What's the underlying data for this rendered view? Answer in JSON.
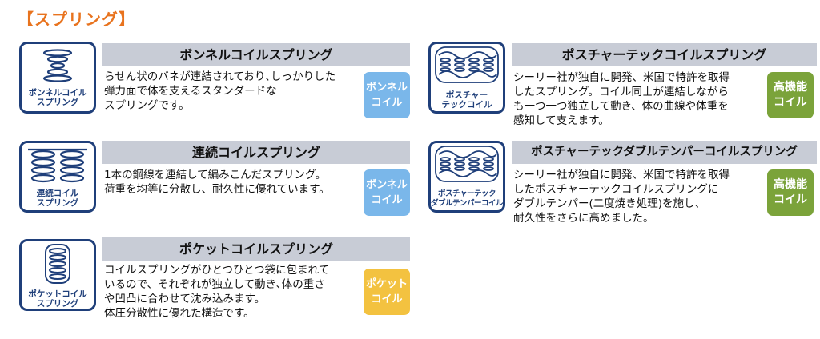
{
  "section_title": "【スプリング】",
  "colors": {
    "accent": "#e8731e",
    "navy": "#1f3f7a",
    "bar": "#c8ccd6",
    "blue": "#7ab7ea",
    "yellow": "#f3c240",
    "green": "#7ba33a"
  },
  "cards": [
    {
      "icon": "bonnell-coil-icon",
      "icon_label_1": "ボンネルコイル",
      "icon_label_2": "スプリング",
      "title": "ボンネルコイルスプリング",
      "description": "らせん状のバネが連結されており､しっかりした\n弾力面で体を支えるスタンダードな\nスプリングです。",
      "badge_1": "ボンネル",
      "badge_2": "コイル",
      "badge_color": "blue"
    },
    {
      "icon": "continuous-coil-icon",
      "icon_label_1": "連続コイル",
      "icon_label_2": "スプリング",
      "title": "連続コイルスプリング",
      "description": "1本の鋼線を連結して編みこんだスプリング。\n荷重を均等に分散し、耐久性に優れています。",
      "badge_1": "ボンネル",
      "badge_2": "コイル",
      "badge_color": "blue"
    },
    {
      "icon": "pocket-coil-icon",
      "icon_label_1": "ポケットコイル",
      "icon_label_2": "スプリング",
      "title": "ポケットコイルスプリング",
      "description": "コイルスプリングがひとつひとつ袋に包まれて\nいるので、それぞれが独立して動き､体の重さ\nや凹凸に合わせて沈み込みます。\n体圧分散性に優れた構造です。",
      "badge_1": "ポケット",
      "badge_2": "コイル",
      "badge_color": "yellow"
    },
    {
      "icon": "posturetech-coil-icon",
      "icon_label_1": "ポスチャー",
      "icon_label_2": "テックコイル",
      "title": "ポスチャーテックコイルスプリング",
      "description": "シーリー社が独自に開発、米国で特許を取得\nしたスプリング。コイル同士が連結しながら\nも一つ一つ独立して動き、体の曲線や体重を\n感知して支えます。",
      "badge_1": "高機能",
      "badge_2": "コイル",
      "badge_color": "green"
    },
    {
      "icon": "posturetech-double-temper-coil-icon",
      "icon_label_1": "ポスチャーテック",
      "icon_label_2": "ダブルテンパーコイル",
      "title": "ポスチャーテックダブルテンパーコイルスプリング",
      "description": "シーリー社が独自に開発、米国で特許を取得\nしたポスチャーテックコイルスプリングに\nダブルテンパー(二度焼き処理)を施し、\n耐久性をさらに高めました。",
      "badge_1": "高機能",
      "badge_2": "コイル",
      "badge_color": "green"
    }
  ]
}
